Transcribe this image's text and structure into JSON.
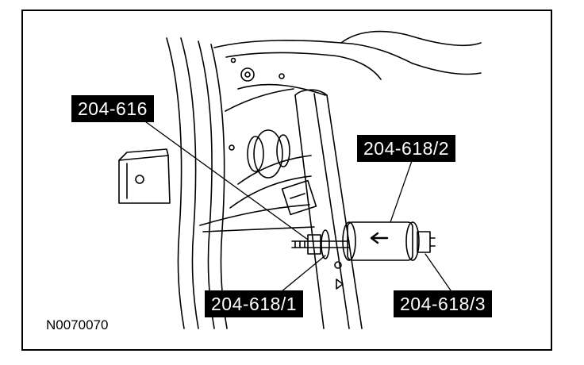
{
  "diagram": {
    "labels": {
      "tool_main": "204-616",
      "tool_body": "204-618/2",
      "tool_adapter": "204-618/1",
      "tool_nut": "204-618/3"
    },
    "figure_id": "N0070070"
  },
  "colors": {
    "ink": "#000000",
    "paper": "#ffffff"
  }
}
